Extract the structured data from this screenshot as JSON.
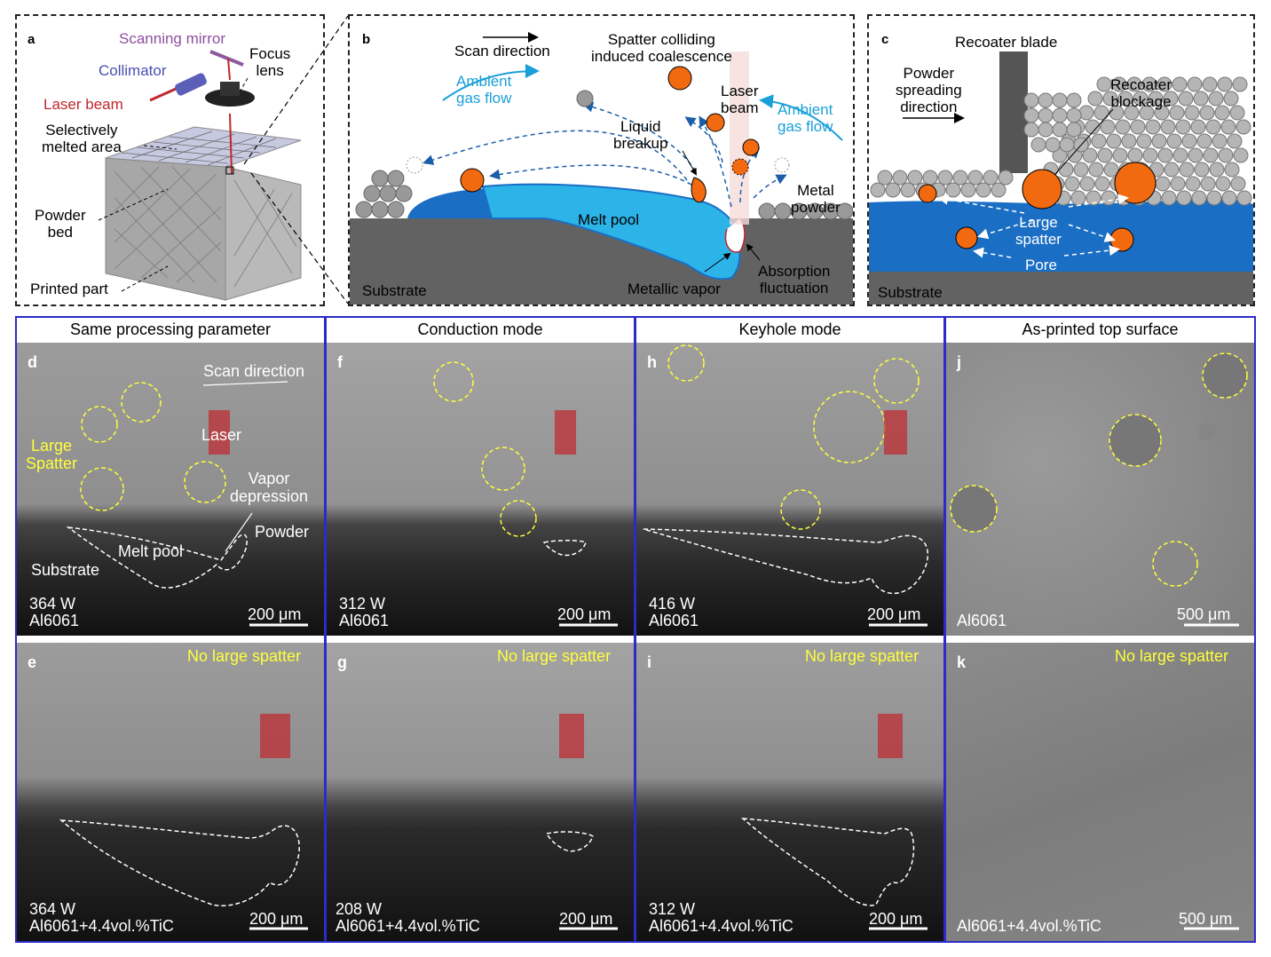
{
  "panel_a": {
    "label": "a",
    "scanning_mirror": "Scanning mirror",
    "focus_lens": "Focus\nlens",
    "collimator": "Collimator",
    "laser_beam": "Laser beam",
    "selectively_melted": "Selectively\nmelted area",
    "powder_bed": "Powder\nbed",
    "printed_part": "Printed part"
  },
  "panel_b": {
    "label": "b",
    "scan_direction": "Scan direction",
    "spatter_colliding": "Spatter colliding\ninduced coalescence",
    "ambient_left": "Ambient\ngas flow",
    "ambient_right": "Ambient\ngas flow",
    "laser_beam": "Laser\nbeam",
    "liquid_breakup": "Liquid\nbreakup",
    "metal_powder": "Metal\npowder",
    "melt_pool": "Melt pool",
    "substrate": "Substrate",
    "metallic_vapor": "Metallic vapor",
    "absorption": "Absorption\nfluctuation"
  },
  "panel_c": {
    "label": "c",
    "recoater_blade": "Recoater blade",
    "powder_spreading": "Powder\nspreading\ndirection",
    "recoater_blockage": "Recoater\nblockage",
    "large_spatter": "Large\nspatter",
    "pore": "Pore",
    "substrate": "Substrate"
  },
  "columns": [
    {
      "title": "Same processing parameter"
    },
    {
      "title": "Conduction mode"
    },
    {
      "title": "Keyhole mode"
    },
    {
      "title": "As-printed top surface"
    }
  ],
  "images": {
    "d": {
      "label": "d",
      "power": "364 W",
      "material": "Al6061",
      "scale": "200 μm",
      "scan_direction": "Scan direction",
      "laser": "Laser",
      "large_spatter": "Large\nSpatter",
      "vapor_depression": "Vapor\ndepression",
      "powder": "Powder",
      "melt_pool": "Melt pool",
      "substrate": "Substrate"
    },
    "e": {
      "label": "e",
      "power": "364 W",
      "material": "Al6061+4.4vol.%TiC",
      "scale": "200 μm",
      "note": "No large spatter"
    },
    "f": {
      "label": "f",
      "power": "312 W",
      "material": "Al6061",
      "scale": "200 μm"
    },
    "g": {
      "label": "g",
      "power": "208 W",
      "material": "Al6061+4.4vol.%TiC",
      "scale": "200 μm",
      "note": "No large spatter"
    },
    "h": {
      "label": "h",
      "power": "416 W",
      "material": "Al6061",
      "scale": "200 μm"
    },
    "i": {
      "label": "i",
      "power": "312 W",
      "material": "Al6061+4.4vol.%TiC",
      "scale": "200 μm",
      "note": "No large spatter"
    },
    "j": {
      "label": "j",
      "material": "Al6061",
      "scale": "500 μm"
    },
    "k": {
      "label": "k",
      "material": "Al6061+4.4vol.%TiC",
      "scale": "500 μm",
      "note": "No large spatter"
    }
  },
  "colors": {
    "spatter": "#f26a10",
    "melt": "#1a6fc4",
    "melt_light": "#2cb3e8",
    "ambient": "#1aa0d8",
    "frame": "#2b2bc8",
    "highlight": "#ffff3c",
    "laser": "#c0272d"
  }
}
